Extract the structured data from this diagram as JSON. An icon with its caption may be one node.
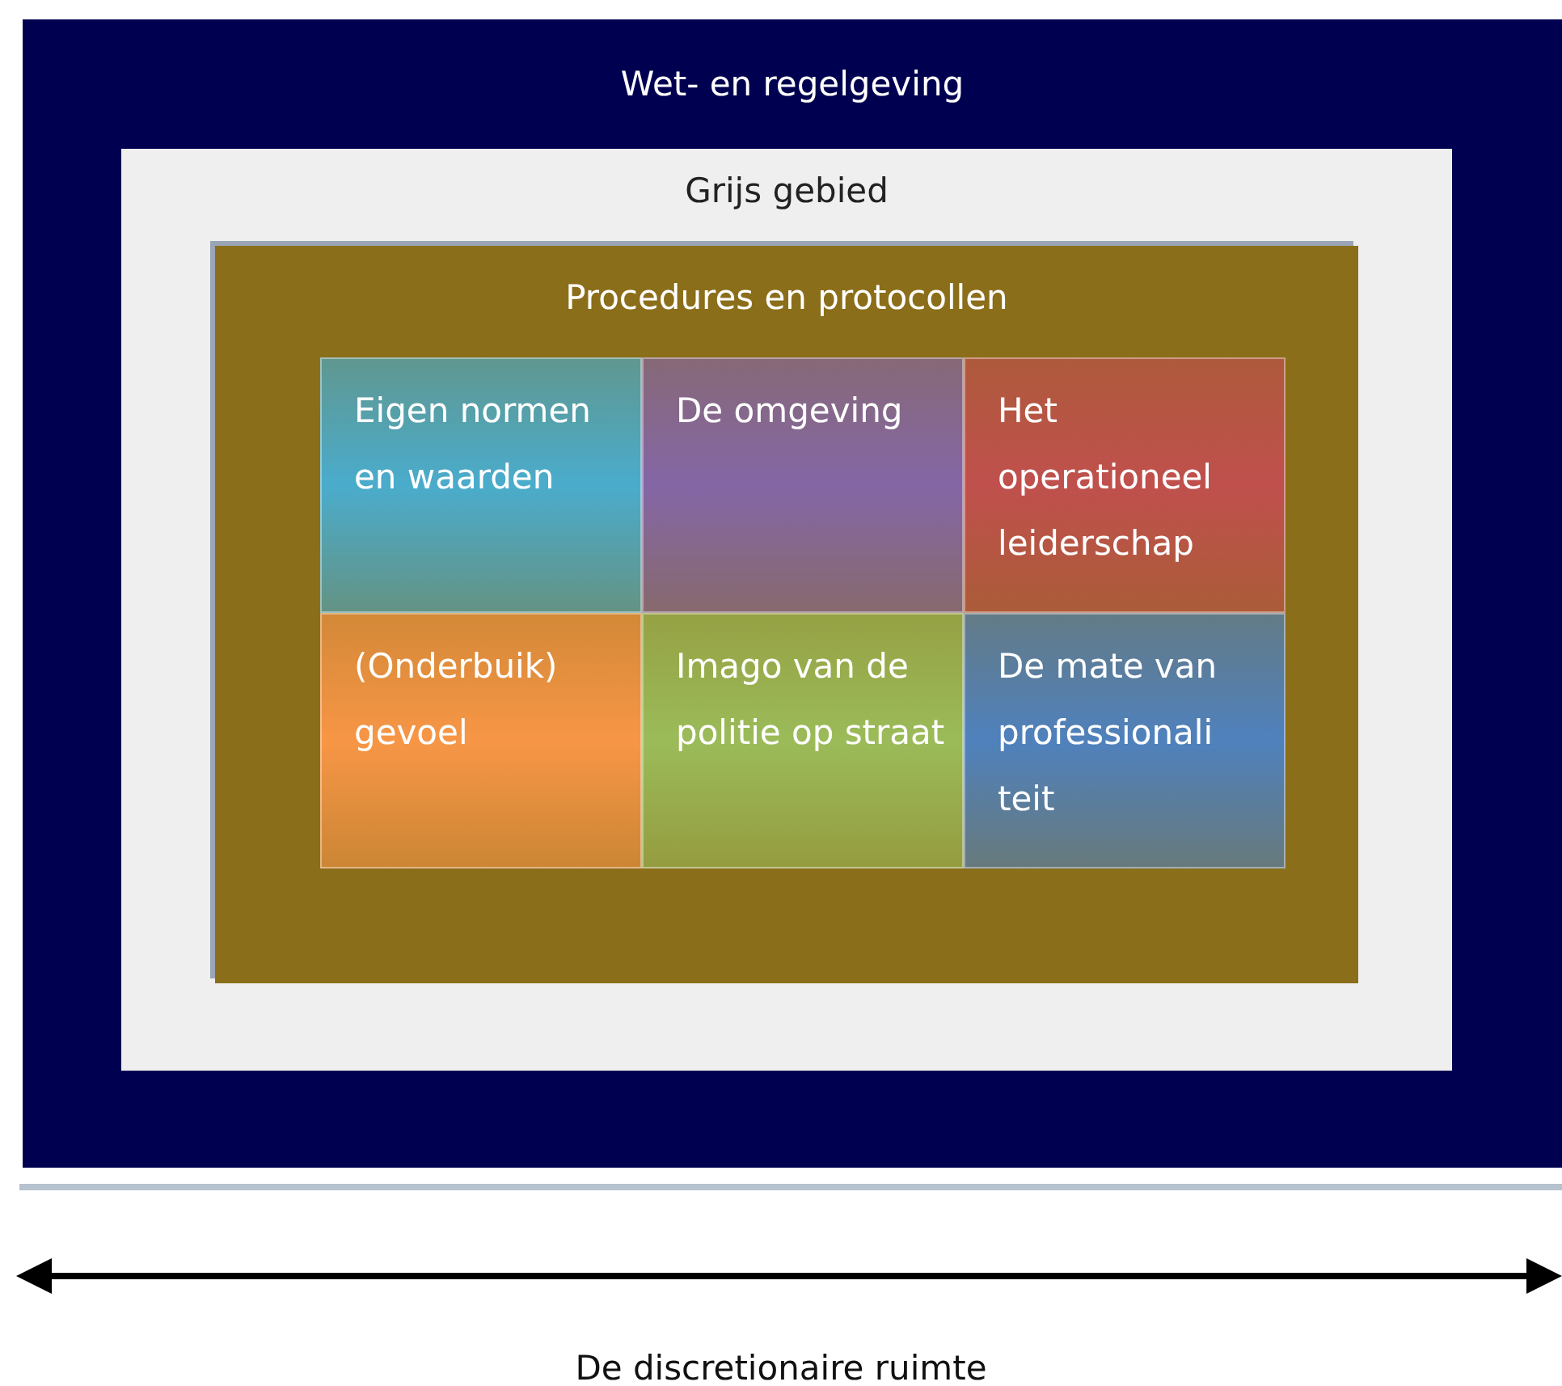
{
  "diagram": {
    "nodes": [
      {
        "text": [
          "Wet- en regelgeving"
        ]
      },
      {
        "text": [
          "Grijs gebied"
        ],
        "in": 0
      },
      {
        "text": [
          "Procedures en protocollen"
        ],
        "in": 1
      },
      {
        "text": [
          "Eigen normen en waarden"
        ],
        "in": 2
      },
      {
        "text": [
          "De omgeving"
        ],
        "in": 2
      },
      {
        "text": [
          "Het operationeel leiderschap"
        ],
        "in": 2
      },
      {
        "text": [
          "(Onderbuik) gevoel"
        ],
        "in": 2
      },
      {
        "text": [
          "Imago van de politie op straat"
        ],
        "in": 2
      },
      {
        "text": [
          "De mate van professionali teit"
        ],
        "in": 2
      }
    ],
    "labels": [
      "De discretionaire ruimte"
    ]
  }
}
